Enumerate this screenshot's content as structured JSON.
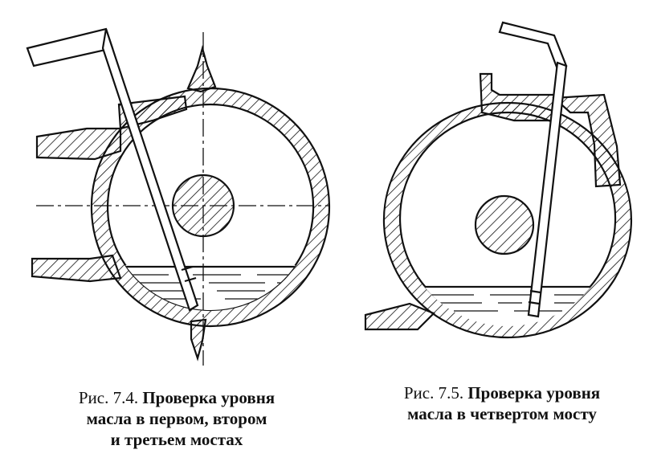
{
  "figures": [
    {
      "id": "fig-7-4",
      "number": "Рис. 7.4.",
      "title_lines": [
        "Проверка уровня",
        "масла в первом, втором",
        "и третьем мостах"
      ]
    },
    {
      "id": "fig-7-5",
      "number": "Рис. 7.5.",
      "title_lines": [
        "Проверка уровня",
        "масла в четвертом мосту"
      ]
    }
  ],
  "colors": {
    "ink": "#111111",
    "paper": "#ffffff"
  }
}
